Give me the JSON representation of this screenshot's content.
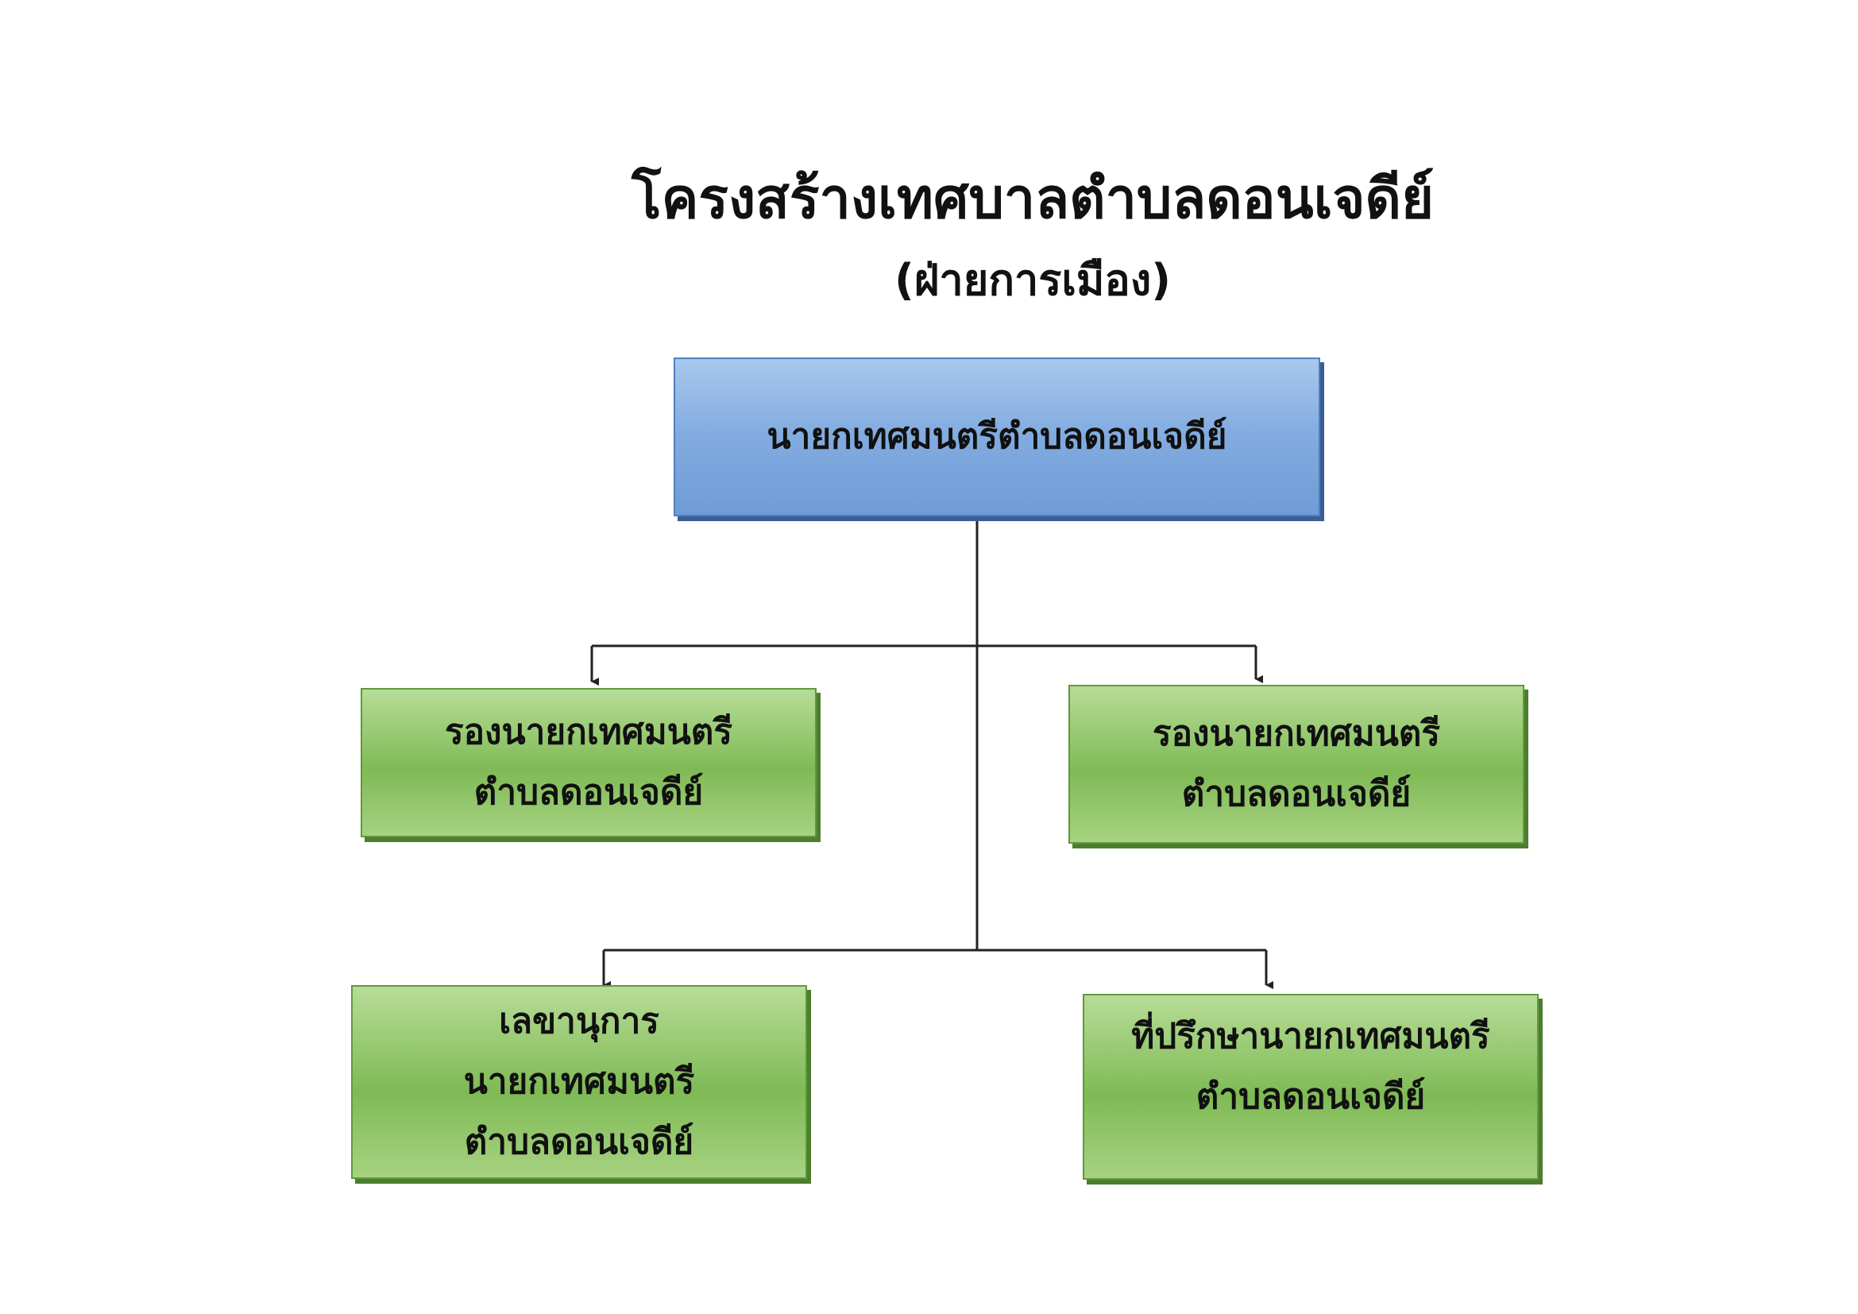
{
  "title": "โครงสร้างเทศบาลตำบลดอนเจดีย์",
  "subtitle": "(ฝ่ายการเมือง)",
  "nodes": {
    "mayor": {
      "lines": [
        "นายกเทศมนตรีตำบลดอนเจดีย์"
      ]
    },
    "deputy_left": {
      "lines": [
        "รองนายกเทศมนตรี",
        "ตำบลดอนเจดีย์"
      ]
    },
    "deputy_right": {
      "lines": [
        "รองนายกเทศมนตรี",
        "ตำบลดอนเจดีย์"
      ]
    },
    "secretary": {
      "lines": [
        "เลขานุการ",
        "นายกเทศมนตรี",
        "ตำบลดอนเจดีย์"
      ]
    },
    "advisor": {
      "lines": [
        "ที่ปรึกษานายกเทศมนตรี",
        "ตำบลดอนเจดีย์"
      ]
    }
  },
  "colors": {
    "mayor_box": "#82ace0",
    "sub_box": "#7fba55",
    "connector": "#222222"
  }
}
